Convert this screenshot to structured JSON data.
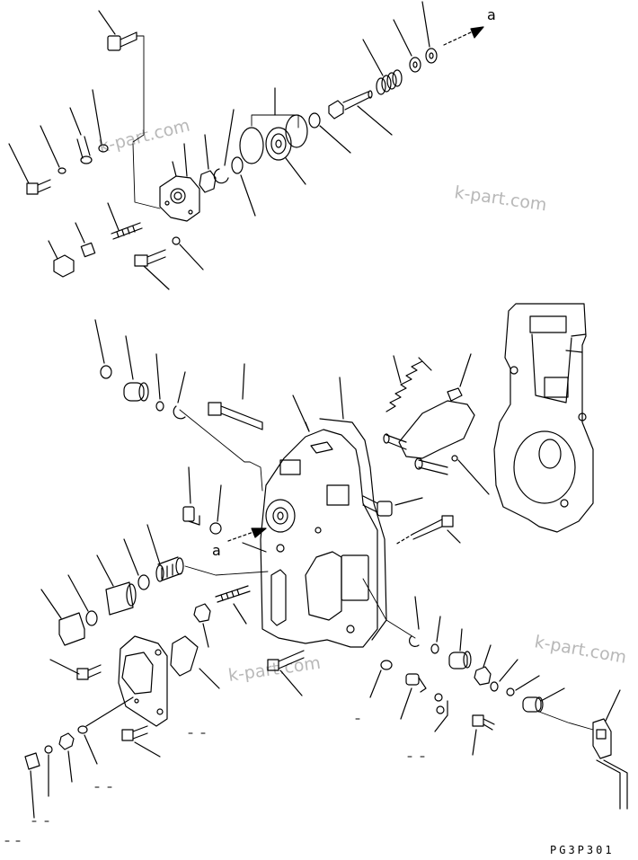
{
  "labels": {
    "arrow_top": "a",
    "arrow_mid": "a"
  },
  "watermarks": [
    "k-part.com",
    "k-part.com",
    "k-part.com",
    "k-part.com"
  ],
  "figure_code": "PG3P301",
  "colors": {
    "line": "#000000",
    "watermark": "#b8b8b8",
    "background": "#ffffff"
  }
}
